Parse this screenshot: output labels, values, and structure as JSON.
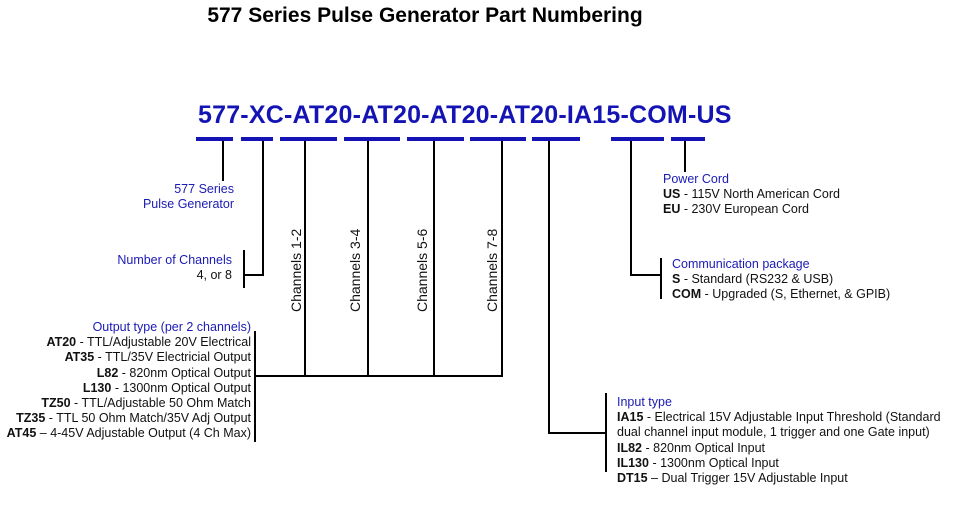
{
  "title": "577 Series Pulse Generator Part Numbering",
  "part_number": "577-XC-AT20-AT20-AT20-AT20-IA15-COM-US",
  "colors": {
    "accent_blue": "#1414b4",
    "line_black": "#000000"
  },
  "segments": [
    {
      "code": "577",
      "label": "577 Series Pulse Generator"
    },
    {
      "code": "XC",
      "label": "Number of Channels"
    },
    {
      "code": "AT20",
      "label": "Channels 1-2"
    },
    {
      "code": "AT20",
      "label": "Channels 3-4"
    },
    {
      "code": "AT20",
      "label": "Channels 5-6"
    },
    {
      "code": "AT20",
      "label": "Channels 7-8"
    },
    {
      "code": "IA15",
      "label": "Input type"
    },
    {
      "code": "COM",
      "label": "Communication package"
    },
    {
      "code": "US",
      "label": "Power Cord"
    }
  ],
  "series": {
    "line1": "577 Series",
    "line2": "Pulse Generator"
  },
  "channels": {
    "heading": "Number of Channels",
    "values": "4, or 8"
  },
  "channel_labels": [
    "Channels 1-2",
    "Channels 3-4",
    "Channels 5-6",
    "Channels 7-8"
  ],
  "output_type": {
    "heading": "Output type (per 2 channels)",
    "items": [
      {
        "code": "AT20",
        "sep": " - ",
        "desc": "TTL/Adjustable 20V Electrical"
      },
      {
        "code": "AT35",
        "sep": " - ",
        "desc": "TTL/35V Electricial Output"
      },
      {
        "code": "L82",
        "sep": " - ",
        "desc": "820nm Optical Output"
      },
      {
        "code": "L130",
        "sep": " - ",
        "desc": "1300nm Optical Output"
      },
      {
        "code": "TZ50",
        "sep": " - ",
        "desc": "TTL/Adjustable 50 Ohm Match"
      },
      {
        "code": "TZ35",
        "sep": " - ",
        "desc": "TTL 50 Ohm Match/35V Adj Output"
      },
      {
        "code": "AT45",
        "sep": " – ",
        "desc": "4-45V Adjustable Output (4 Ch Max)"
      }
    ]
  },
  "power_cord": {
    "heading": "Power Cord",
    "items": [
      {
        "code": "US",
        "sep": " - ",
        "desc": "115V North American Cord"
      },
      {
        "code": "EU",
        "sep": " - ",
        "desc": "230V European Cord"
      }
    ]
  },
  "communication": {
    "heading": "Communication package",
    "items": [
      {
        "code": "S",
        "sep": " - ",
        "desc": "Standard (RS232 & USB)"
      },
      {
        "code": "COM",
        "sep": " - ",
        "desc": "Upgraded (S, Ethernet, & GPIB)"
      }
    ]
  },
  "input_type": {
    "heading": "Input type",
    "items": [
      {
        "code": "IA15",
        "sep": " - ",
        "desc": "Electrical 15V Adjustable Input Threshold (Standard"
      },
      {
        "code": "",
        "sep": "",
        "desc": "dual channel input module, 1 trigger and one Gate input)"
      },
      {
        "code": "IL82",
        "sep": " - ",
        "desc": "820nm Optical Input"
      },
      {
        "code": "IL130",
        "sep": " - ",
        "desc": "1300nm Optical Input"
      },
      {
        "code": "DT15",
        "sep": " – ",
        "desc": "Dual Trigger 15V Adjustable Input"
      }
    ]
  }
}
